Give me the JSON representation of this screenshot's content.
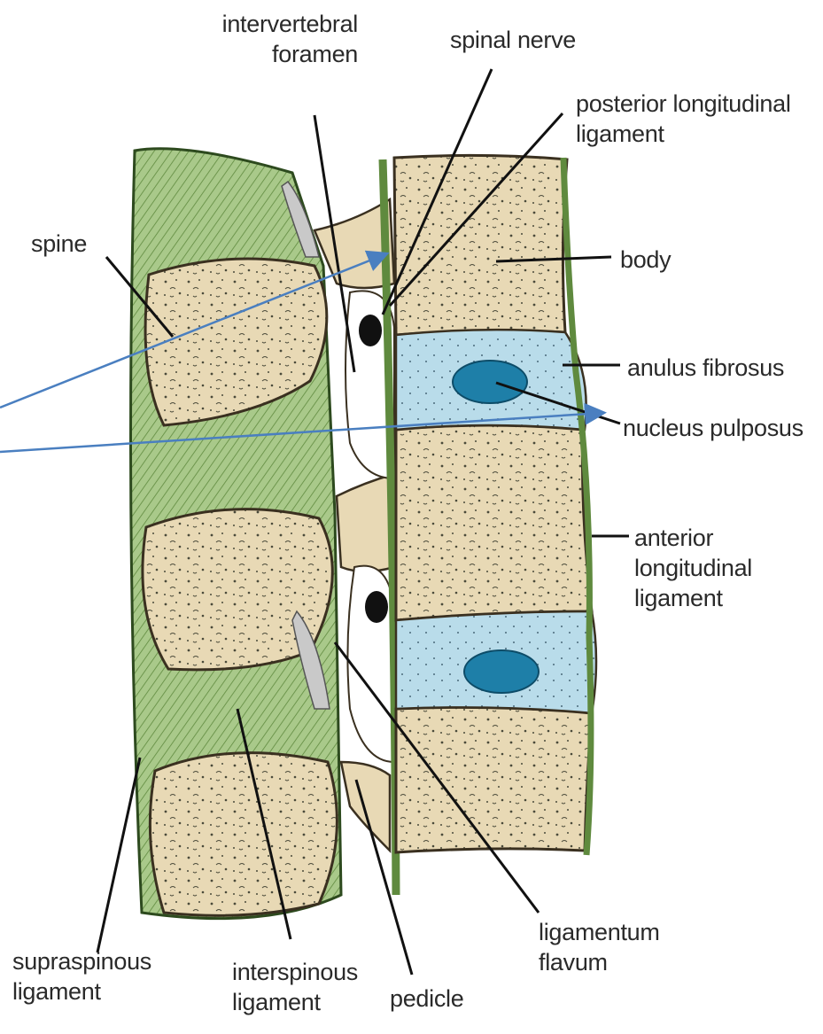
{
  "diagram": {
    "labels": {
      "intervertebral_foramen": [
        "intervertebral",
        "foramen"
      ],
      "spinal_nerve": "spinal nerve",
      "posterior_longitudinal_ligament": [
        "posterior longitudinal",
        "ligament"
      ],
      "spine": "spine",
      "body": "body",
      "anulus_fibrosus": "anulus fibrosus",
      "nucleus_pulposus": "nucleus pulposus",
      "anterior_longitudinal_ligament": [
        "anterior",
        "longitudinal",
        "ligament"
      ],
      "supraspinous_ligament": [
        "supraspinous",
        "ligament"
      ],
      "interspinous_ligament": [
        "interspinous",
        "ligament"
      ],
      "pedicle": "pedicle",
      "ligamentum_flavum": [
        "ligamentum",
        "flavum"
      ]
    },
    "colors": {
      "bone": "#e8d9b5",
      "disc": "#b9dcea",
      "nucleus": "#1e7fa8",
      "ligament": "#8fb56a",
      "outline": "#2d4a1e",
      "leader": "#111111",
      "arrow": "#4a7fc0"
    }
  }
}
